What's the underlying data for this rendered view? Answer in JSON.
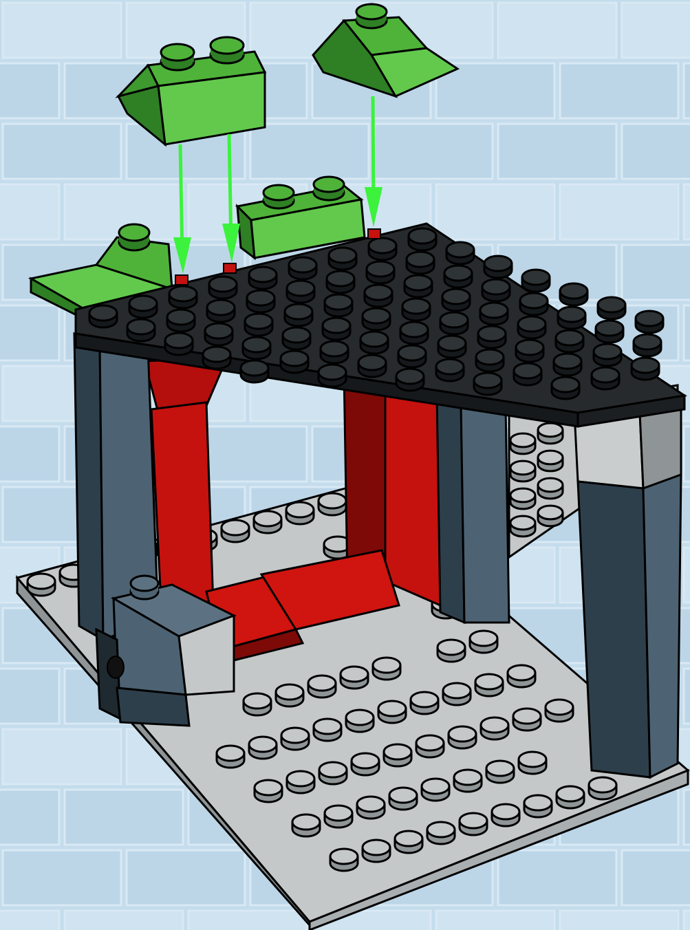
{
  "diagram": {
    "kind": "brick-building-instruction-step",
    "parts_added": [
      {
        "name": "green-slope-2x2",
        "count": 1
      },
      {
        "name": "green-slope-2x1",
        "count": 1
      }
    ],
    "existing_model": [
      "light-gray-baseplate",
      "dark-gray-wedge-plate",
      "dark-blue-gray-pillars",
      "dark-red-arch-pieces",
      "green-slope-bricks",
      "light-gray-tile-stack"
    ],
    "arrow_count": 3
  },
  "colors": {
    "background": "#c4dcec",
    "brick_green": "#4fb33a",
    "brick_green_dark": "#2f7f25",
    "brick_green_light": "#63c94d",
    "plate_black": "#262a2c",
    "pillar_blue_gray": "#4d6373",
    "pillar_dark": "#2e3f4c",
    "red": "#c5120f",
    "red_dark": "#7e0a08",
    "baseplate_gray": "#c4c8c9",
    "baseplate_gray_dark": "#8f9596",
    "arrow_green": "#3cf23c",
    "outline": "#000000"
  }
}
